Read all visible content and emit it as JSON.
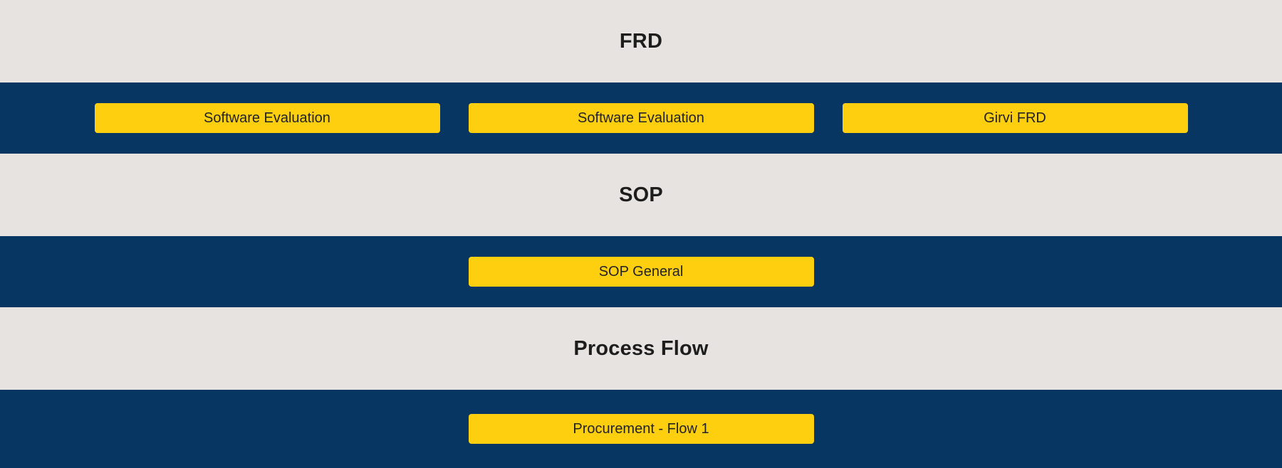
{
  "colors": {
    "heading_background": "#e7e3e0",
    "band_background": "#083663",
    "button_background": "#fecf0f",
    "heading_text": "#1d1d1d",
    "button_text": "#222222"
  },
  "sections": [
    {
      "title": "FRD",
      "buttons": [
        "Software Evaluation",
        "Software Evaluation",
        "Girvi FRD"
      ]
    },
    {
      "title": "SOP",
      "buttons": [
        "SOP General"
      ]
    },
    {
      "title": "Process Flow",
      "buttons": [
        "Procurement - Flow 1"
      ]
    }
  ]
}
